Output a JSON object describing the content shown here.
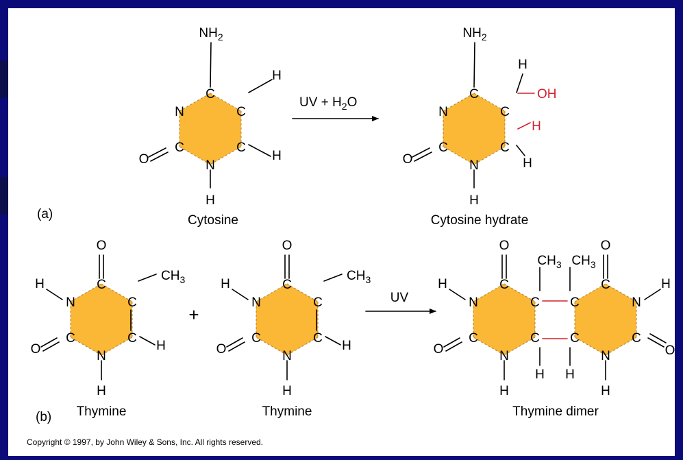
{
  "colors": {
    "background": "#0a0a78",
    "panel": "#ffffff",
    "ring": "#fbb736",
    "highlight": "#d4202c"
  },
  "atoms": {
    "C": "C",
    "N": "N",
    "O": "O",
    "H": "H",
    "NH2": "NH",
    "NH2_sub": "2",
    "OH": "OH",
    "CH3": "CH",
    "CH3_sub": "3"
  },
  "reaction_a": {
    "arrow_label": "UV + H",
    "arrow_label_sub": "2",
    "arrow_label_tail": "O",
    "reactant_name": "Cytosine",
    "product_name": "Cytosine hydrate",
    "panel_label": "(a)"
  },
  "reaction_b": {
    "plus": "+",
    "arrow_label": "UV",
    "reactant1_name": "Thymine",
    "reactant2_name": "Thymine",
    "product_name": "Thymine dimer",
    "panel_label": "(b)"
  },
  "copyright": "Copyright © 1997, by John Wiley & Sons, Inc. All rights reserved."
}
